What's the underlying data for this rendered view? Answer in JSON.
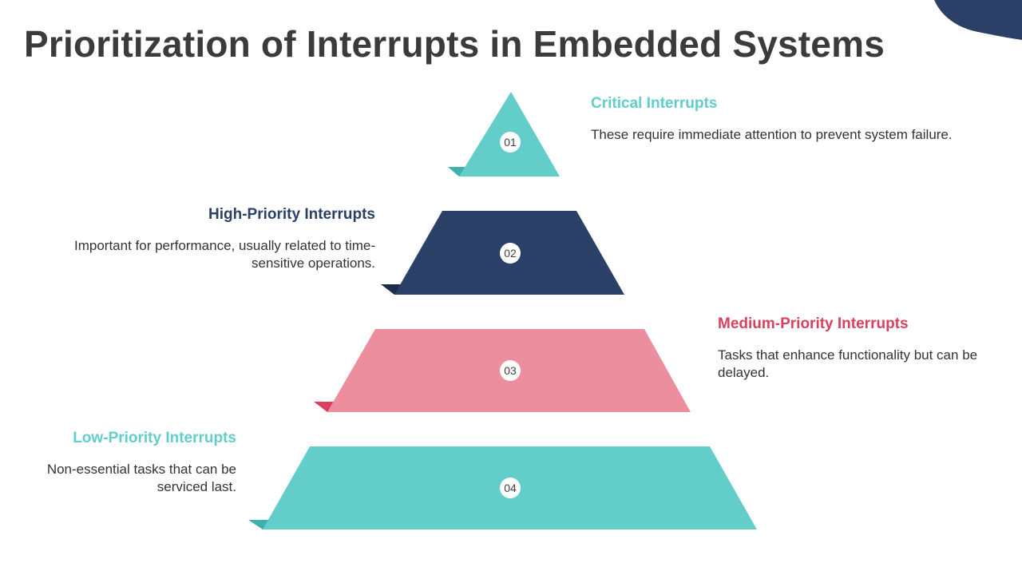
{
  "title": "Prioritization of Interrupts in Embedded Systems",
  "colors": {
    "teal": "#62cdc9",
    "navy": "#2a4066",
    "pink": "#ec8e9e",
    "pink_heading": "#d9415f",
    "title_text": "#3b3b3b"
  },
  "levels": [
    {
      "number": "01",
      "heading": "Critical Interrupts",
      "description": "These require immediate attention to prevent system failure."
    },
    {
      "number": "02",
      "heading": "High-Priority Interrupts",
      "description": "Important for performance, usually related to time-sensitive operations."
    },
    {
      "number": "03",
      "heading": "Medium-Priority Interrupts",
      "description": "Tasks that enhance functionality but can be delayed."
    },
    {
      "number": "04",
      "heading": "Low-Priority Interrupts",
      "description": "Non-essential tasks that can be serviced last."
    }
  ]
}
